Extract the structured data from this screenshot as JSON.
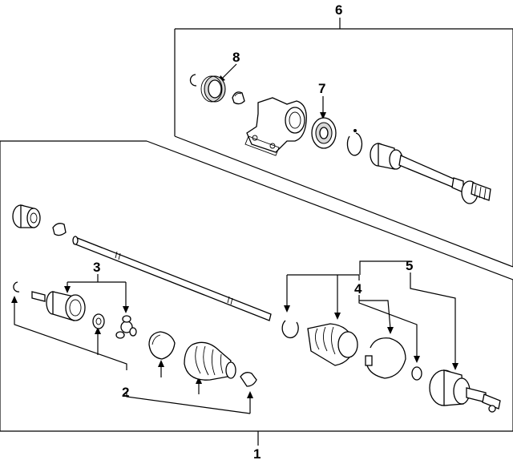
{
  "callouts": {
    "c1": "1",
    "c2": "2",
    "c3": "3",
    "c4": "4",
    "c5": "5",
    "c6": "6",
    "c7": "7",
    "c8": "8"
  },
  "colors": {
    "line": "#000000",
    "background": "#ffffff",
    "shade": "#d8d8d8"
  }
}
